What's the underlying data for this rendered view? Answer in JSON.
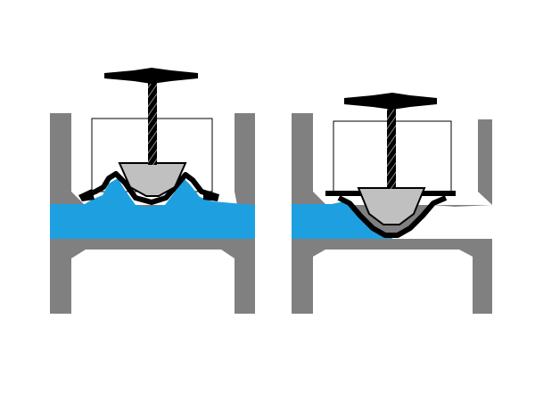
{
  "diagram": {
    "panels": [
      {
        "id": "valve-open",
        "state": "open",
        "fluid_present": "full"
      },
      {
        "id": "valve-closed",
        "state": "closed",
        "fluid_present": "inlet-only"
      }
    ],
    "colors": {
      "body_gray": "#808080",
      "bonnet_outline": "#000000",
      "diaphragm_black": "#000000",
      "compressor_gray": "#c0c0c0",
      "fluid_blue": "#1ea0e0",
      "background": "#ffffff"
    },
    "icons": [
      "handwheel-icon",
      "threaded-stem-icon",
      "compressor-icon",
      "diaphragm-icon"
    ]
  }
}
